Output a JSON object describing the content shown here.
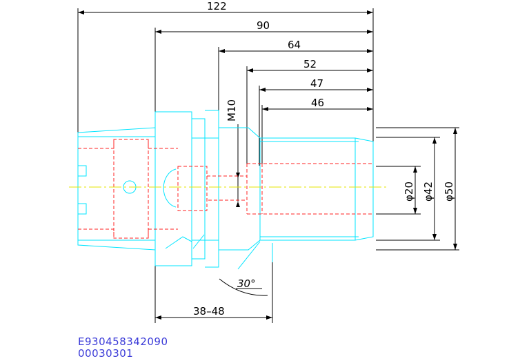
{
  "dimensions": {
    "d122": "122",
    "d90": "90",
    "d64": "64",
    "d52": "52",
    "d47": "47",
    "d46": "46",
    "thread": "M10",
    "dia20": "φ20",
    "dia42": "φ42",
    "dia50": "φ50",
    "angle": "30°",
    "range": "38–48"
  },
  "codes": {
    "line1": "E930458342090",
    "line2": "00030301"
  },
  "colors": {
    "outline": "#00ffff",
    "hidden": "#ff0000",
    "centerline": "#ffff00",
    "dimension": "#000000",
    "code_text": "#3b3bd8"
  }
}
